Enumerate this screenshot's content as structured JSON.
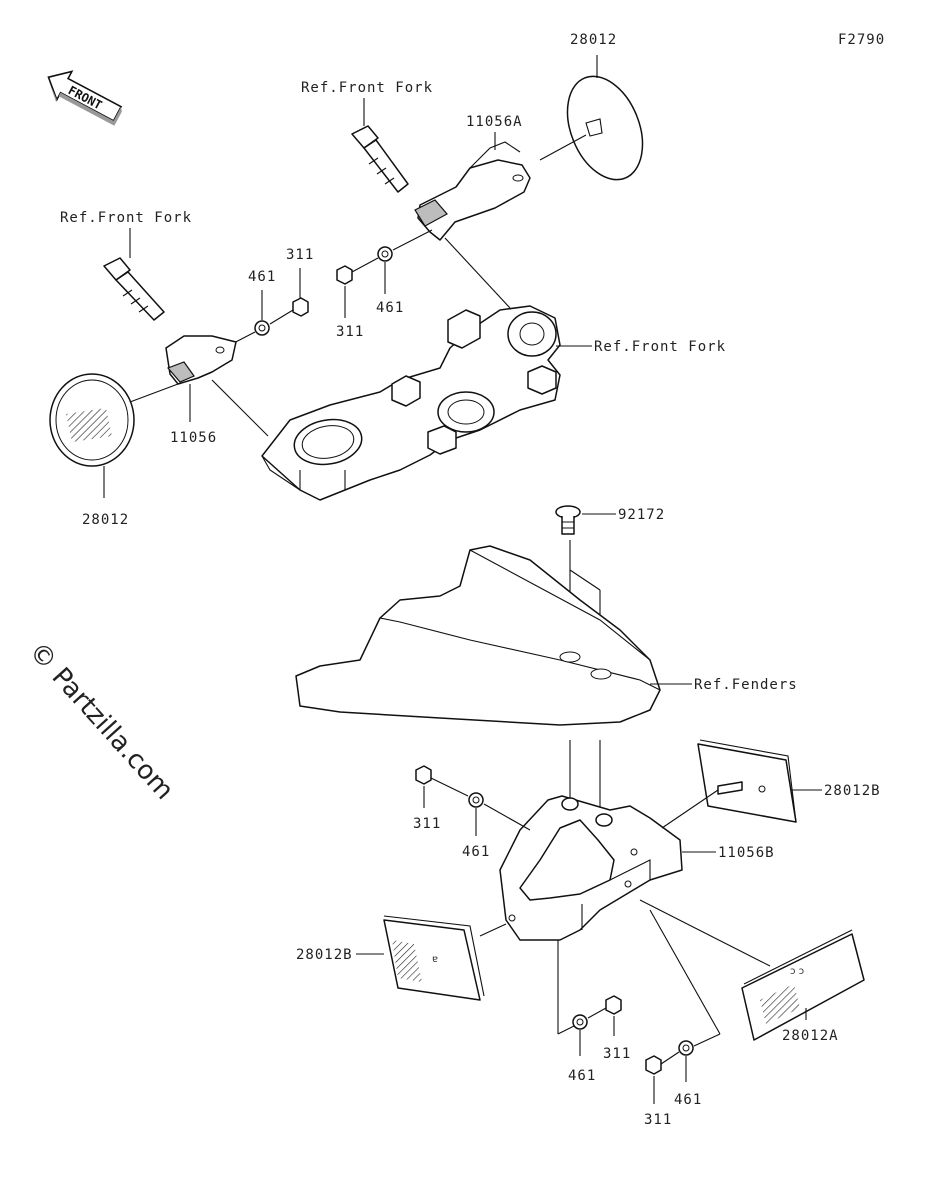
{
  "figure_code": "F2790",
  "watermark": "© Partzilla.com",
  "direction_label": "FRONT",
  "labels": {
    "top_28012": "28012",
    "ref_front_fork_1": "Ref.Front Fork",
    "label_11056A": "11056A",
    "ref_front_fork_2": "Ref.Front Fork",
    "label_311_a": "311",
    "label_461_a": "461",
    "label_311_b": "311",
    "label_461_b": "461",
    "ref_front_fork_3": "Ref.Front Fork",
    "label_11056": "11056",
    "left_28012": "28012",
    "label_92172": "92172",
    "ref_fenders": "Ref.Fenders",
    "label_311_c": "311",
    "label_461_c": "461",
    "label_28012B_r": "28012B",
    "label_11056B": "11056B",
    "label_28012B_l": "28012B",
    "label_461_d": "461",
    "label_311_d": "311",
    "label_311_e": "311",
    "label_461_e": "461",
    "label_28012A": "28012A"
  }
}
